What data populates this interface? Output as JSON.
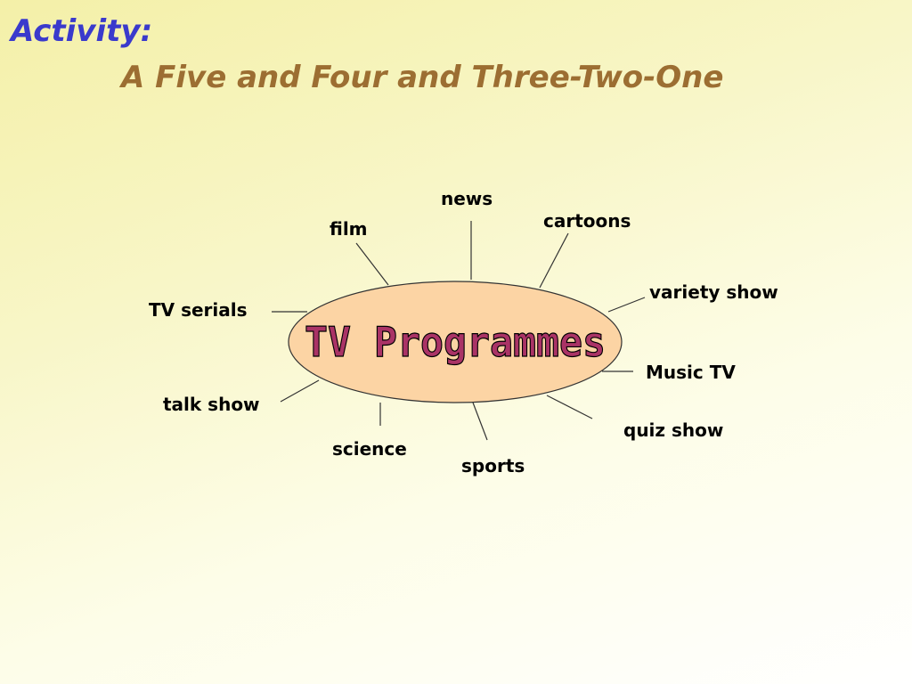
{
  "heading": {
    "activity": "Activity:",
    "subtitle": "A Five and Four and Three-Two-One"
  },
  "diagram": {
    "center": "TV Programmes",
    "center_fill": "#fcd4a4",
    "center_text_color": "#aa3366",
    "nodes": {
      "news": "news",
      "film": "film",
      "cartoons": "cartoons",
      "variety_show": "variety show",
      "tv_serials": "TV serials",
      "music_tv": "Music TV",
      "talk_show": "talk show",
      "quiz_show": "quiz show",
      "science": "science",
      "sports": "sports"
    }
  }
}
